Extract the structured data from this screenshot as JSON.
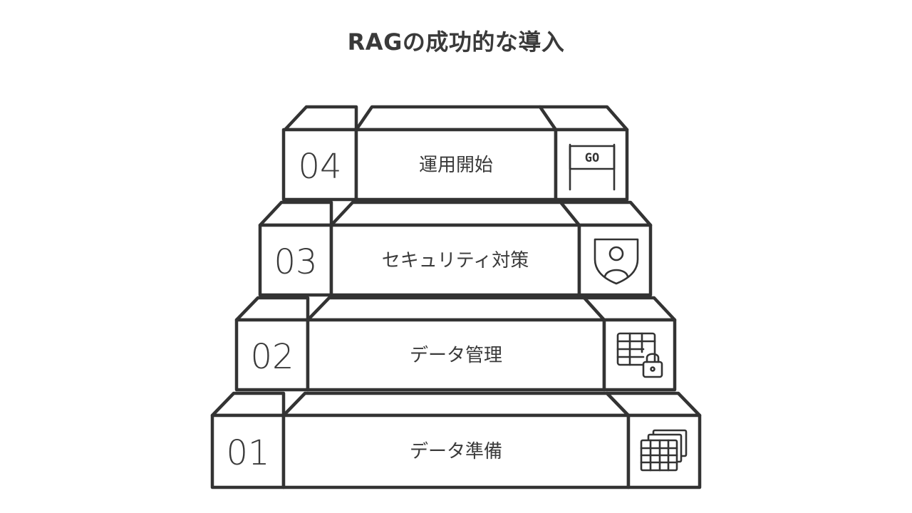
{
  "title": "RAGの成功的な導入",
  "steps": [
    {
      "number": "01",
      "label": "データ準備",
      "icon": "stacked-tables-icon"
    },
    {
      "number": "02",
      "label": "データ管理",
      "icon": "locked-table-icon"
    },
    {
      "number": "03",
      "label": "セキュリティ対策",
      "icon": "shield-user-icon"
    },
    {
      "number": "04",
      "label": "運用開始",
      "icon": "go-flag-icon",
      "icon_text": "GO"
    }
  ]
}
